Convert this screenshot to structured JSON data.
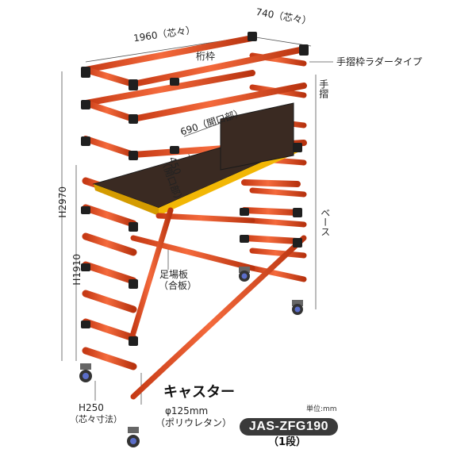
{
  "labels": {
    "width_dim": "1960（芯々）",
    "depth_dim": "740（芯々）",
    "top_frame": "桁枠",
    "guardrail_type": "手摺枠ラダータイプ",
    "handrail": "手摺",
    "opening_depth": "690（開口部）",
    "opening_width_1": "450",
    "opening_width_2": "（開口部）",
    "height_total": "H2970",
    "height_deck": "H1910",
    "base": "ベース",
    "platform_1": "足場板",
    "platform_2": "（合板）",
    "bottom_height_1": "H250",
    "bottom_height_2": "（芯々寸法）",
    "caster_title": "キャスター",
    "caster_spec_1": "φ125mm",
    "caster_spec_2": "（ポリウレタン）",
    "unit_note": "単位:mm",
    "model": "JAS-ZFG190",
    "model_tier": "（1段）"
  },
  "colors": {
    "frame": "#e8481e",
    "frame_dark": "#b8330f",
    "joint": "#1f1f1f",
    "deck": "#3a2a22",
    "deck_edge": "#f2b705",
    "badge_bg": "#3a3a3a"
  }
}
